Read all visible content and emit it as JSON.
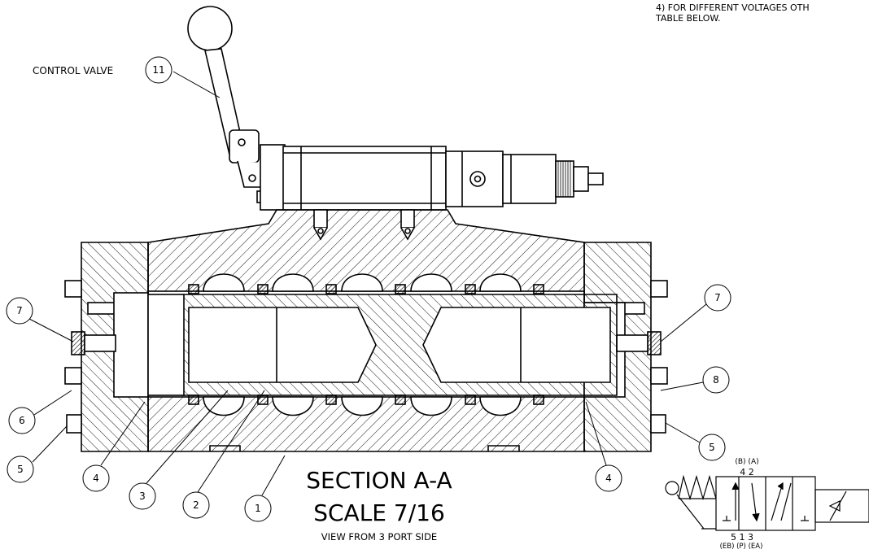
{
  "notes": {
    "line1": "4) FOR DIFFERENT VOLTAGES OTH",
    "line2": "TABLE BELOW."
  },
  "callout_label": "CONTROL VALVE",
  "balloons": {
    "b11": "11",
    "b7_left": "7",
    "b7_right": "7",
    "b6": "6",
    "b5_left": "5",
    "b5_right": "5",
    "b8": "8",
    "b4_left": "4",
    "b4_right": "4",
    "b3": "3",
    "b2": "2",
    "b1": "1"
  },
  "section": {
    "title": "SECTION A-A",
    "scale": "SCALE 7/16",
    "view": "VIEW FROM 3 PORT SIDE"
  },
  "symbol": {
    "top_letters": "(B) (A)",
    "top_ports": "4  2",
    "bottom_ports": "5  1  3",
    "bottom_letters": "(EB) (P) (EA)"
  }
}
